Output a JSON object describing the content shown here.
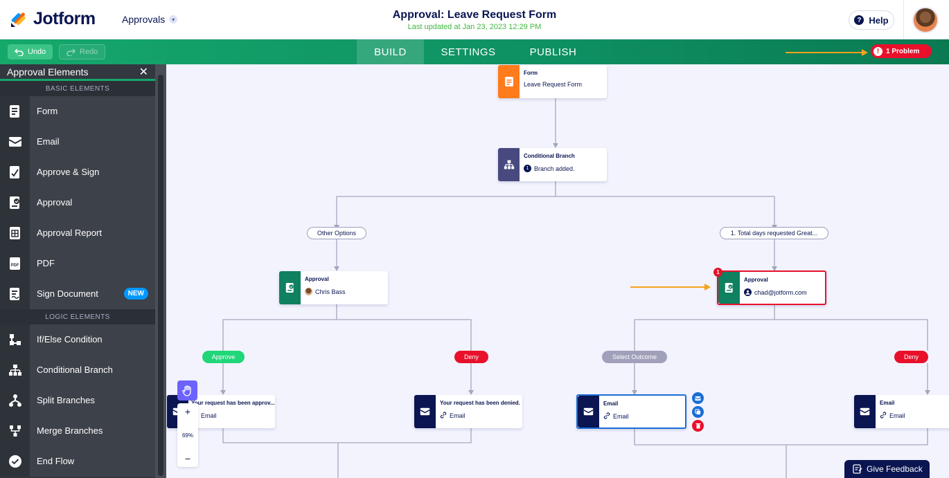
{
  "header": {
    "brand": "Jotform",
    "section_dropdown": "Approvals",
    "title": "Approval: Leave Request Form",
    "subtitle": "Last updated at Jan 23, 2023 12:29 PM",
    "help_label": "Help"
  },
  "toolbar": {
    "undo_label": "Undo",
    "redo_label": "Redo",
    "tabs": [
      {
        "label": "BUILD",
        "active": true
      },
      {
        "label": "SETTINGS",
        "active": false
      },
      {
        "label": "PUBLISH",
        "active": false
      }
    ],
    "problem_label": "1 Problem"
  },
  "sidebar": {
    "title": "Approval Elements",
    "basic_section": "BASIC ELEMENTS",
    "basic_items": [
      {
        "label": "Form",
        "icon": "form-icon"
      },
      {
        "label": "Email",
        "icon": "email-icon"
      },
      {
        "label": "Approve & Sign",
        "icon": "approve-sign-icon"
      },
      {
        "label": "Approval",
        "icon": "approval-icon"
      },
      {
        "label": "Approval Report",
        "icon": "report-icon"
      },
      {
        "label": "PDF",
        "icon": "pdf-icon"
      },
      {
        "label": "Sign Document",
        "icon": "sign-document-icon",
        "badge": "NEW"
      }
    ],
    "logic_section": "LOGIC ELEMENTS",
    "logic_items": [
      {
        "label": "If/Else Condition",
        "icon": "if-else-icon"
      },
      {
        "label": "Conditional Branch",
        "icon": "conditional-branch-icon"
      },
      {
        "label": "Split Branches",
        "icon": "split-branches-icon"
      },
      {
        "label": "Merge Branches",
        "icon": "merge-branches-icon"
      },
      {
        "label": "End Flow",
        "icon": "end-flow-icon"
      }
    ]
  },
  "flow": {
    "form_node": {
      "title": "Form",
      "sub": "Leave Request Form"
    },
    "branch_node": {
      "title": "Conditional Branch",
      "count": "1",
      "sub": "Branch added."
    },
    "branch_left_label": "Other Options",
    "branch_right_label": "1. Total days requested Great...",
    "approval_left": {
      "title": "Approval",
      "sub": "Chris Bass"
    },
    "approval_right": {
      "title": "Approval",
      "sub": "chad@jotform.com",
      "error_count": "1"
    },
    "outcomes": {
      "approve": "Approve",
      "deny_left": "Deny",
      "select_outcome": "Select Outcome",
      "deny_right": "Deny"
    },
    "email_nodes": [
      {
        "title": "Your request has been approv...",
        "sub": "Email"
      },
      {
        "title": "Your request has been denied.",
        "sub": "Email"
      },
      {
        "title": "Email",
        "sub": "Email"
      },
      {
        "title": "Email",
        "sub": "Email"
      }
    ]
  },
  "canvas_controls": {
    "zoom_in": "+",
    "zoom_level": "69%",
    "zoom_out": "−",
    "feedback_label": "Give Feedback"
  },
  "colors": {
    "brand_green": "#15a86b",
    "error_red": "#e8102a",
    "navy": "#0a1551",
    "form_orange": "#ff7b1c",
    "approval_green": "#0f8060",
    "branch_purple": "#48497f",
    "annotation_orange": "#f5a21c"
  }
}
